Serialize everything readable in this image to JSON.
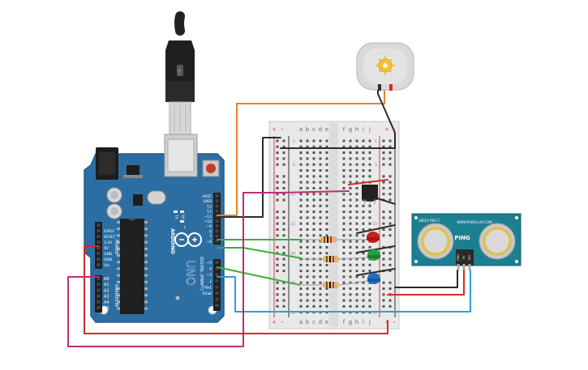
{
  "arduino": {
    "brand": "ARDUINO",
    "model": "UNO",
    "digital_label": "DIGITAL (PWM~)",
    "analog_label": "ANALOG IN",
    "power_label": "POWER",
    "tx_label": "TX",
    "rx_label": "RX",
    "l_label": "L",
    "pins_top": [
      "AREF",
      "GND",
      "13",
      "12",
      "~11",
      "~10",
      "~9",
      "8",
      "7",
      "~6",
      "~5",
      "4",
      "~3",
      "2",
      "TX▸1",
      "RX◂0"
    ],
    "pins_power": [
      "IOREF",
      "RESET",
      "3.3V",
      "5V",
      "GND",
      "GND",
      "Vin"
    ],
    "pins_analog": [
      "A0",
      "A1",
      "A2",
      "A3",
      "A4",
      "A5"
    ]
  },
  "breadboard": {
    "cols_left": [
      "a",
      "b",
      "c",
      "d",
      "e"
    ],
    "cols_right": [
      "f",
      "g",
      "h",
      "i",
      "j"
    ],
    "row_numbers": [
      "1",
      "5",
      "10",
      "15",
      "20",
      "25",
      "30"
    ],
    "rail_plus": "+",
    "rail_minus": "-"
  },
  "sensor": {
    "model": "PING",
    "brand": "WWW.PARALLAX.COM",
    "code": "28015 REV C",
    "pins": [
      "GND",
      "5V",
      "SIG"
    ]
  },
  "colors": {
    "board": "#2d6ea2",
    "wire_orange": "#e8822a",
    "wire_black": "#2b2b2b",
    "wire_red": "#d62a2a",
    "wire_magenta": "#c12a78",
    "wire_green": "#3dae3d",
    "wire_blue": "#2aa0d6",
    "led_red": "#c81e1e",
    "led_green": "#23a13c",
    "led_blue": "#1e6fc8"
  }
}
